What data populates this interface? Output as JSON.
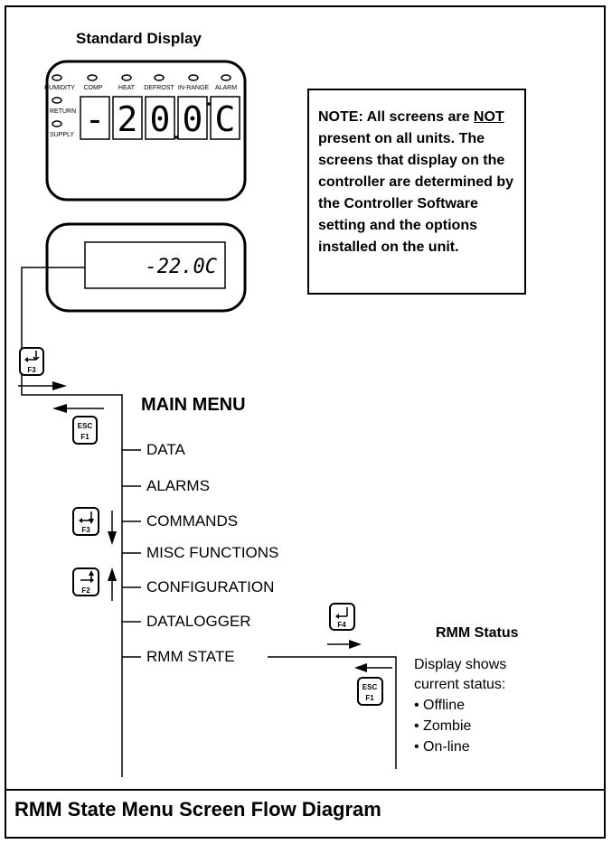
{
  "standard_display": {
    "title": "Standard Display",
    "indicators": [
      "HUMIDITY",
      "COMP",
      "HEAT",
      "DEFROST",
      "IN-RANGE",
      "ALARM"
    ],
    "side_labels": [
      "RETURN",
      "SUPPLY"
    ],
    "digits": [
      "-",
      "2",
      "0",
      "0",
      "C"
    ]
  },
  "small_display": {
    "reading": "-22.0C"
  },
  "note": {
    "prefix": "NOTE: All screens are ",
    "emphasis": "NOT",
    "rest": " present on all units.  The screens that display on the controller are determined by the Controller Software setting and the options installed on the unit."
  },
  "keys": {
    "f3_enter": {
      "top": "",
      "bottom": "F3"
    },
    "esc_f1": {
      "top": "ESC",
      "bottom": "F1"
    },
    "f3_down": {
      "top": "",
      "bottom": "F3"
    },
    "f2_up": {
      "top": "",
      "bottom": "F2"
    },
    "f4": {
      "top": "",
      "bottom": "F4"
    },
    "esc_f1_rmm": {
      "top": "ESC",
      "bottom": "F1"
    }
  },
  "main_menu": {
    "title": "MAIN MENU",
    "items": [
      "DATA",
      "ALARMS",
      "COMMANDS",
      "MISC FUNCTIONS",
      "CONFIGURATION",
      "DATALOGGER",
      "RMM STATE"
    ]
  },
  "rmm_status": {
    "title": "RMM Status",
    "description": [
      "Display shows",
      "current status:"
    ],
    "states": [
      "• Offline",
      "• Zombie",
      "• On-line"
    ]
  },
  "caption": "RMM State Menu Screen Flow Diagram"
}
